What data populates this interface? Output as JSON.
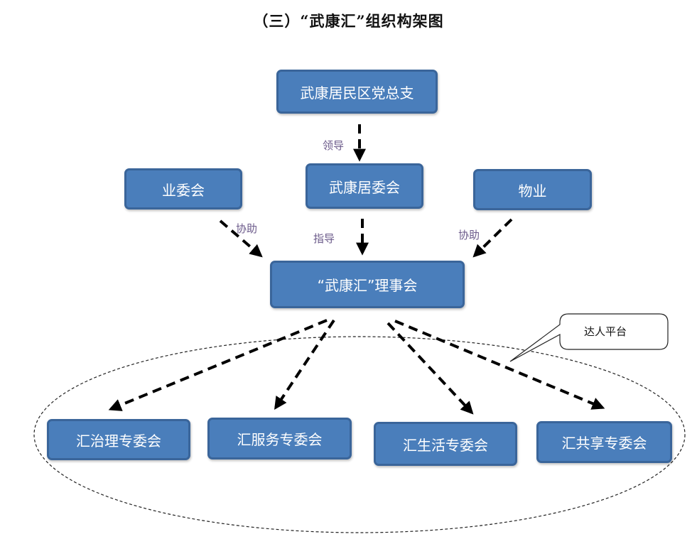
{
  "title": "（三）“武康汇”组织构架图",
  "nodes": {
    "party_branch": "武康居民区党总支",
    "residents_committee": "武康居委会",
    "owners_committee": "业委会",
    "property_mgmt": "物业",
    "council": "“武康汇”理事会",
    "governance": "汇治理专委会",
    "service": "汇服务专委会",
    "life": "汇生活专委会",
    "sharing": "汇共享专委会"
  },
  "edges": [
    {
      "from": "party_branch",
      "to": "residents_committee",
      "label": "领导"
    },
    {
      "from": "owners_committee",
      "to": "council",
      "label": "协助"
    },
    {
      "from": "residents_committee",
      "to": "council",
      "label": "指导"
    },
    {
      "from": "property_mgmt",
      "to": "council",
      "label": "协助"
    },
    {
      "from": "council",
      "to": "governance",
      "label": ""
    },
    {
      "from": "council",
      "to": "service",
      "label": ""
    },
    {
      "from": "council",
      "to": "life",
      "label": ""
    },
    {
      "from": "council",
      "to": "sharing",
      "label": ""
    }
  ],
  "edge_labels": {
    "lead": "领导",
    "assist_left": "协助",
    "guide": "指导",
    "assist_right": "协助"
  },
  "callout": "达人平台",
  "colors": {
    "node_fill": "#4a7ebb",
    "node_border": "#3a659a",
    "node_text": "#ffffff",
    "edge_label": "#6b5a8a"
  }
}
